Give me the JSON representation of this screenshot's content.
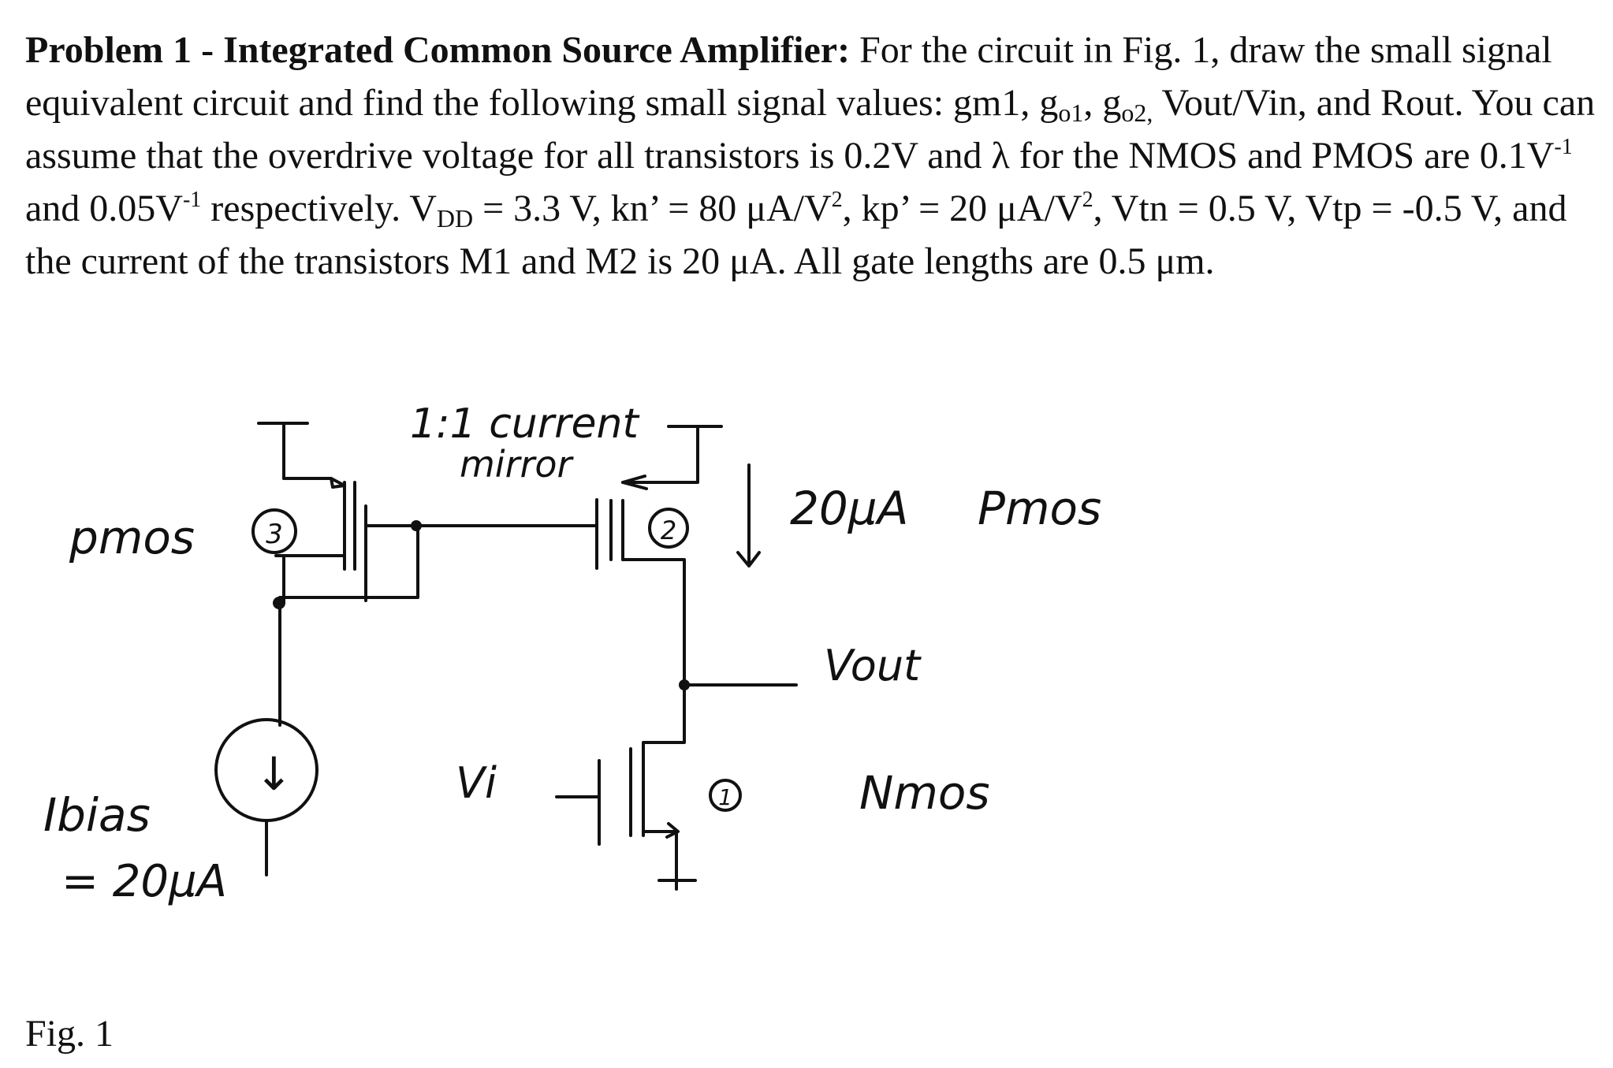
{
  "problem": {
    "heading": "Problem 1 -  Integrated Common Source Amplifier:",
    "text_1": " For the circuit in Fig. 1, draw the small signal equivalent circuit and find the following small signal values: gm1, g",
    "go1_sub": "o1",
    "text_2": ", g",
    "go2_sub": "o2,",
    "text_3": " Vout/Vin, and Rout. You can assume that the overdrive voltage for all transistors is 0.2V and λ for the NMOS and PMOS are 0.1V",
    "exp_1": "-1",
    "text_4": " and 0.05V",
    "exp_2": "-1",
    "text_5": " respectively. V",
    "vdd_sub": "DD",
    "text_6": " = 3.3 V, kn’ = 80 μA/V",
    "exp_3": "2",
    "text_7": ", kp’ = 20 μA/V",
    "exp_4": "2",
    "text_8": ", Vtn = 0.5 V, Vtp = -0.5 V, and the current of the transistors M1 and M2 is 20 μA. All gate lengths are 0.5 μm."
  },
  "figure": {
    "label_mirror_1": "1:1 current",
    "label_mirror_2": "mirror",
    "label_pmos_left": "pmos",
    "label_current_right": "20μA",
    "label_pmos_right": "Pmos",
    "label_vout": "Vout",
    "label_vin": "Vi",
    "label_nmos": "Nmos",
    "label_ibias": "Ibias",
    "label_ibias_value": "= 20μA",
    "transistor_3": "3",
    "transistor_2": "2",
    "transistor_1": "1",
    "ibias_arrow": "↓",
    "current_arrow": "↓",
    "caption": "Fig. 1"
  }
}
